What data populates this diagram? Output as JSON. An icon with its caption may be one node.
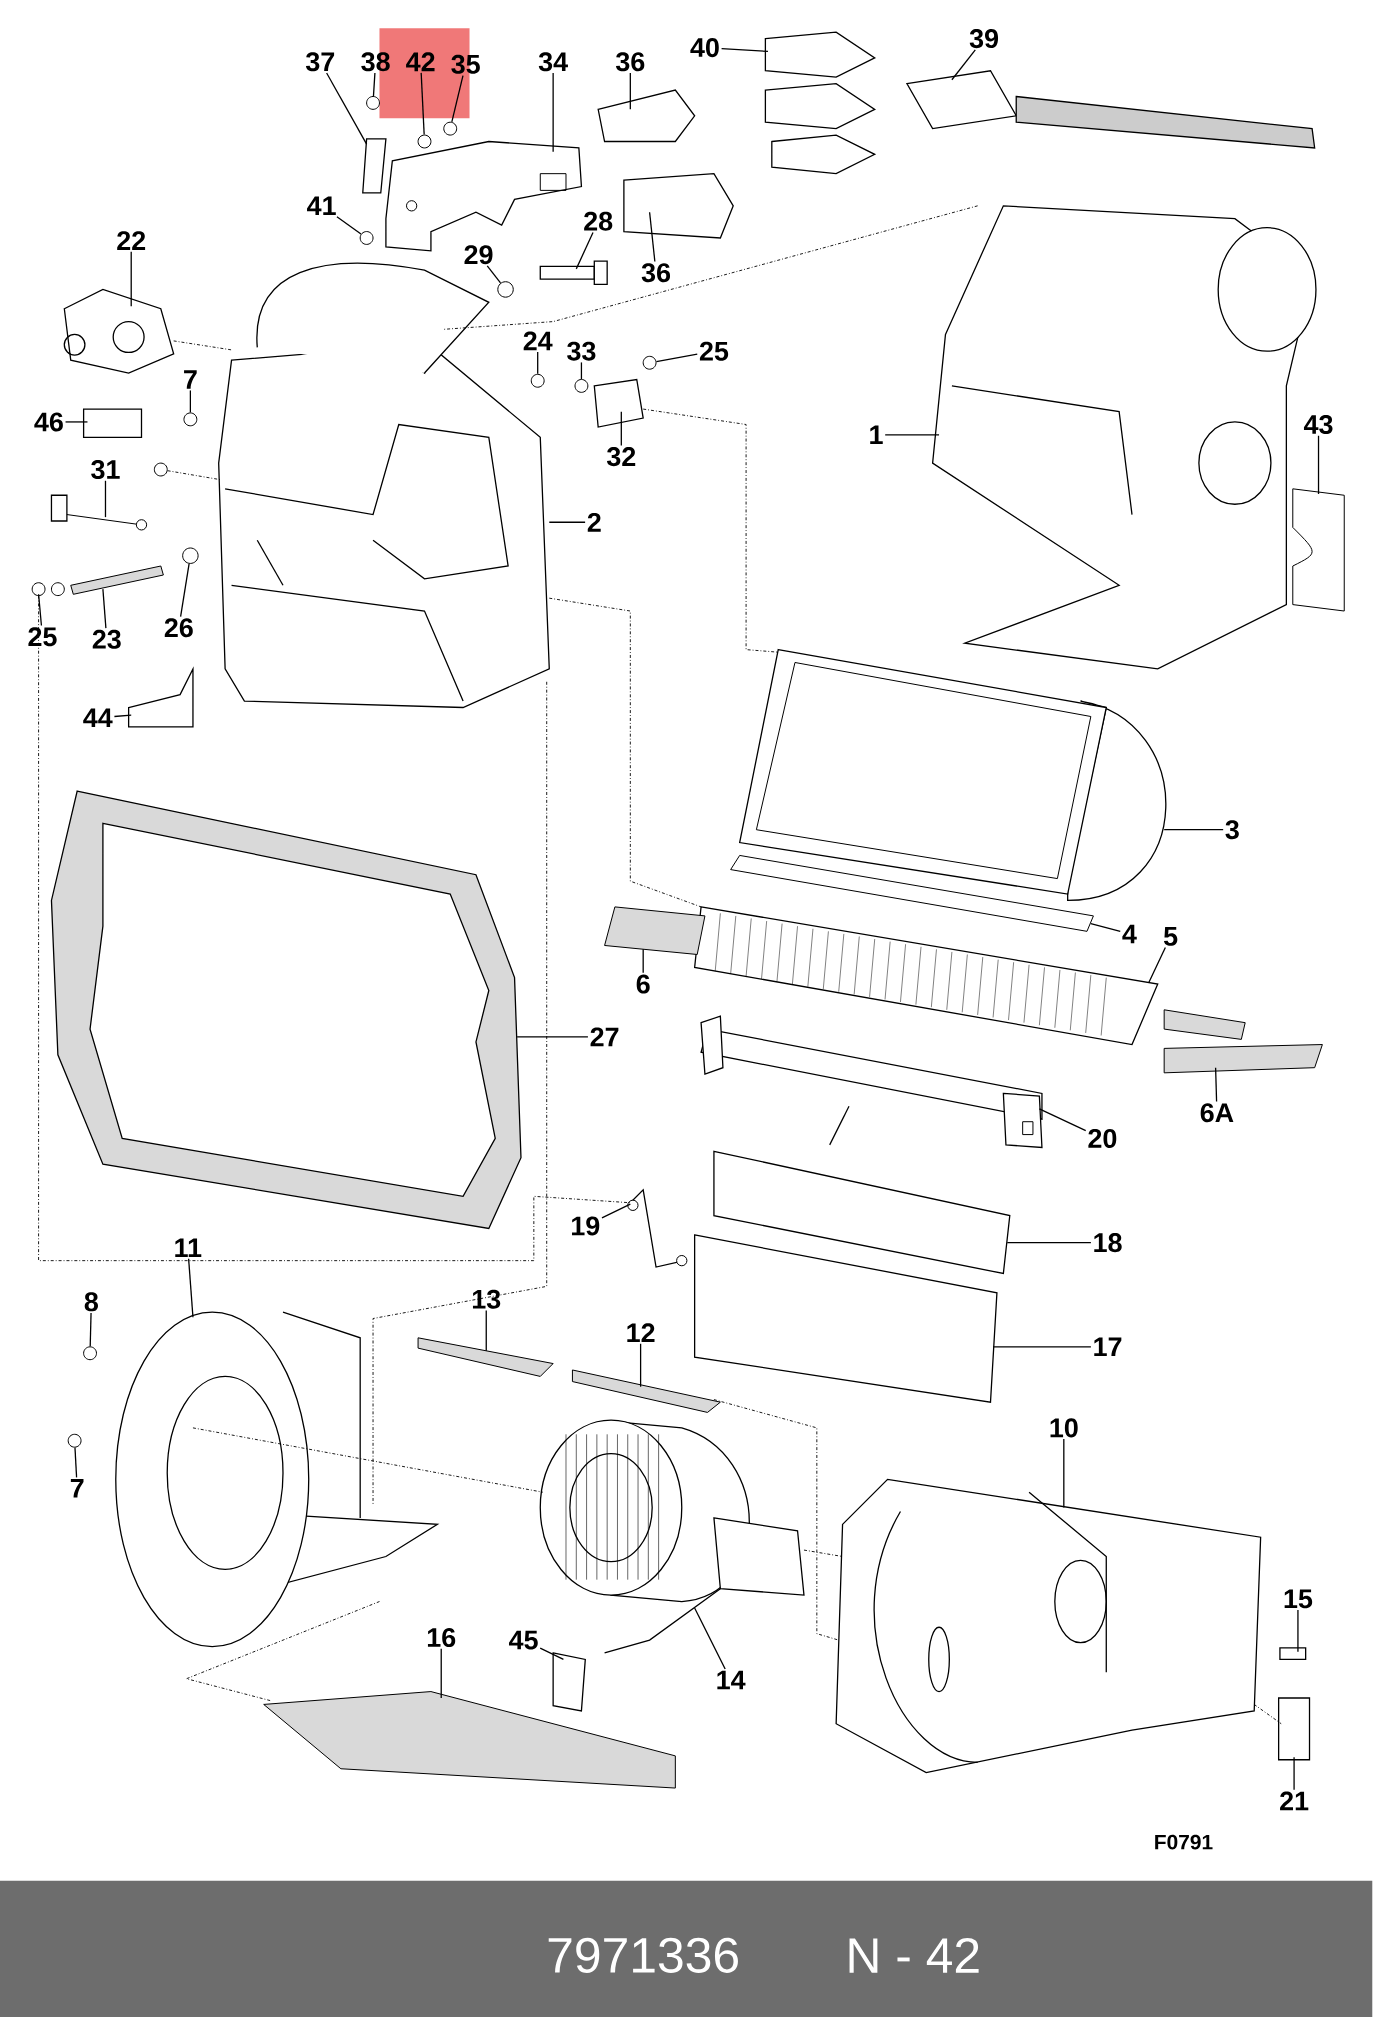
{
  "diagram": {
    "nodes": [
      {
        "text": [
          "37"
        ]
      },
      {
        "text": [
          "38"
        ]
      },
      {
        "text": [
          "42"
        ]
      },
      {
        "text": [
          "35"
        ]
      },
      {
        "text": [
          "34"
        ]
      },
      {
        "text": [
          "36"
        ]
      },
      {
        "text": [
          "40"
        ]
      },
      {
        "text": [
          "39"
        ]
      },
      {
        "text": [
          "41"
        ]
      },
      {
        "text": [
          "28"
        ]
      },
      {
        "text": [
          "29"
        ]
      },
      {
        "text": [
          "36"
        ]
      },
      {
        "text": [
          "22"
        ]
      },
      {
        "text": [
          "24"
        ]
      },
      {
        "text": [
          "33"
        ]
      },
      {
        "text": [
          "25"
        ]
      },
      {
        "text": [
          "7"
        ]
      },
      {
        "text": [
          "46"
        ]
      },
      {
        "text": [
          "32"
        ]
      },
      {
        "text": [
          "1"
        ]
      },
      {
        "text": [
          "43"
        ]
      },
      {
        "text": [
          "31"
        ]
      },
      {
        "text": [
          "2"
        ]
      },
      {
        "text": [
          "25"
        ]
      },
      {
        "text": [
          "23"
        ]
      },
      {
        "text": [
          "26"
        ]
      },
      {
        "text": [
          "44"
        ]
      },
      {
        "text": [
          "3"
        ]
      },
      {
        "text": [
          "4"
        ]
      },
      {
        "text": [
          "5"
        ]
      },
      {
        "text": [
          "6"
        ]
      },
      {
        "text": [
          "27"
        ]
      },
      {
        "text": [
          "6A"
        ]
      },
      {
        "text": [
          "20"
        ]
      },
      {
        "text": [
          "19"
        ]
      },
      {
        "text": [
          "18"
        ]
      },
      {
        "text": [
          "17"
        ]
      },
      {
        "text": [
          "11"
        ]
      },
      {
        "text": [
          "8"
        ]
      },
      {
        "text": [
          "13"
        ]
      },
      {
        "text": [
          "12"
        ]
      },
      {
        "text": [
          "7"
        ]
      },
      {
        "text": [
          "10"
        ]
      },
      {
        "text": [
          "15"
        ]
      },
      {
        "text": [
          "16"
        ]
      },
      {
        "text": [
          "45"
        ]
      },
      {
        "text": [
          "14"
        ]
      },
      {
        "text": [
          "21"
        ]
      },
      {
        "text": [],
        "shape": "circle"
      },
      {
        "text": [],
        "shape": "circle"
      },
      {
        "text": [],
        "shape": "circle"
      },
      {
        "text": [],
        "shape": "box"
      },
      {
        "text": [],
        "shape": "picture"
      },
      {
        "text": [],
        "shape": "box"
      },
      {
        "text": [],
        "shape": "picture"
      },
      {
        "text": [],
        "shape": "picture"
      },
      {
        "text": [],
        "shape": "circle"
      },
      {
        "text": [],
        "shape": "picture"
      },
      {
        "text": [],
        "shape": "circle"
      },
      {
        "text": [],
        "shape": "box"
      },
      {
        "text": [],
        "shape": "picture"
      },
      {
        "text": [],
        "shape": "circle"
      },
      {
        "text": [],
        "shape": "circle"
      },
      {
        "text": [],
        "shape": "circle"
      },
      {
        "text": [],
        "shape": "circle"
      },
      {
        "text": [],
        "shape": "box"
      },
      {
        "text": [],
        "shape": "box"
      },
      {
        "text": [],
        "shape": "picture"
      },
      {
        "text": [],
        "shape": "box"
      },
      {
        "text": [],
        "shape": "picture"
      },
      {
        "text": [],
        "shape": "picture"
      },
      {
        "text": [],
        "shape": "picture"
      },
      {
        "text": [],
        "shape": "box"
      },
      {
        "text": [],
        "shape": "circle"
      },
      {
        "text": [],
        "shape": "box"
      },
      {
        "text": [],
        "shape": "picture"
      },
      {
        "text": [],
        "shape": "box"
      },
      {
        "text": [],
        "shape": "picture"
      },
      {
        "text": [],
        "shape": "box"
      },
      {
        "text": [],
        "shape": "picture"
      },
      {
        "text": [],
        "shape": "picture"
      },
      {
        "text": [],
        "shape": "box"
      },
      {
        "text": [],
        "shape": "picture"
      },
      {
        "text": [],
        "shape": "box"
      },
      {
        "text": [],
        "shape": "box"
      },
      {
        "text": [],
        "shape": "picture"
      },
      {
        "text": [],
        "shape": "circle"
      },
      {
        "text": [],
        "shape": "box"
      },
      {
        "text": [],
        "shape": "box"
      },
      {
        "text": [],
        "shape": "circle"
      },
      {
        "text": [],
        "shape": "picture"
      },
      {
        "text": [],
        "shape": "box"
      },
      {
        "text": [],
        "shape": "box"
      },
      {
        "text": [],
        "shape": "box"
      },
      {
        "text": [],
        "shape": "picture"
      },
      {
        "text": [],
        "shape": "box"
      },
      {
        "text": [],
        "shape": "circle"
      }
    ],
    "edges": [
      {
        "from": 0,
        "to": 51,
        "arrow": "none"
      },
      {
        "from": 1,
        "to": 48,
        "arrow": "none"
      },
      {
        "from": 2,
        "to": 49,
        "arrow": "none"
      },
      {
        "from": 3,
        "to": 50,
        "arrow": "none"
      },
      {
        "from": 4,
        "to": 52,
        "arrow": "none"
      },
      {
        "from": 5,
        "to": 53,
        "arrow": "none"
      },
      {
        "from": 6,
        "to": 54,
        "arrow": "none"
      },
      {
        "from": 7,
        "to": 55,
        "arrow": "none"
      },
      {
        "from": 8,
        "to": 56,
        "arrow": "none"
      },
      {
        "from": 9,
        "to": 57,
        "arrow": "none"
      },
      {
        "from": 10,
        "to": 58,
        "arrow": "none"
      },
      {
        "from": 11,
        "to": 59,
        "arrow": "none"
      },
      {
        "from": 12,
        "to": 60,
        "arrow": "none"
      },
      {
        "from": 13,
        "to": 61,
        "arrow": "none"
      },
      {
        "from": 14,
        "to": 62,
        "arrow": "none"
      },
      {
        "from": 15,
        "to": 63,
        "arrow": "none"
      },
      {
        "from": 16,
        "to": 64,
        "arrow": "none"
      },
      {
        "from": 17,
        "to": 65,
        "arrow": "none"
      },
      {
        "from": 18,
        "to": 66,
        "arrow": "none"
      },
      {
        "from": 19,
        "to": 67,
        "arrow": "none"
      },
      {
        "from": 20,
        "to": 68,
        "arrow": "none"
      },
      {
        "from": 21,
        "to": 69,
        "arrow": "none"
      },
      {
        "from": 22,
        "to": 70,
        "arrow": "none"
      },
      {
        "from": 23,
        "to": 71,
        "arrow": "none"
      },
      {
        "from": 24,
        "to": 72,
        "arrow": "none"
      },
      {
        "from": 25,
        "to": 73,
        "arrow": "none"
      },
      {
        "from": 26,
        "to": 74,
        "arrow": "none"
      },
      {
        "from": 27,
        "to": 75,
        "arrow": "none"
      },
      {
        "from": 28,
        "to": 76,
        "arrow": "none"
      },
      {
        "from": 29,
        "to": 77,
        "arrow": "none"
      },
      {
        "from": 30,
        "to": 78,
        "arrow": "none"
      },
      {
        "from": 31,
        "to": 79,
        "arrow": "none"
      },
      {
        "from": 32,
        "to": 80,
        "arrow": "none"
      },
      {
        "from": 33,
        "to": 81,
        "arrow": "none"
      },
      {
        "from": 34,
        "to": 82,
        "arrow": "none"
      },
      {
        "from": 35,
        "to": 83,
        "arrow": "none"
      },
      {
        "from": 36,
        "to": 84,
        "arrow": "none"
      },
      {
        "from": 37,
        "to": 85,
        "arrow": "none"
      },
      {
        "from": 38,
        "to": 86,
        "arrow": "none"
      },
      {
        "from": 39,
        "to": 87,
        "arrow": "none"
      },
      {
        "from": 40,
        "to": 88,
        "arrow": "none"
      },
      {
        "from": 41,
        "to": 89,
        "arrow": "none"
      },
      {
        "from": 42,
        "to": 90,
        "arrow": "none"
      },
      {
        "from": 43,
        "to": 91,
        "arrow": "none"
      },
      {
        "from": 44,
        "to": 92,
        "arrow": "none"
      },
      {
        "from": 45,
        "to": 93,
        "arrow": "none"
      },
      {
        "from": 46,
        "to": 94,
        "arrow": "none"
      },
      {
        "from": 47,
        "to": 95,
        "arrow": "none"
      },
      {
        "from": 71,
        "to": 82,
        "arrow": "none",
        "style": "dashed"
      },
      {
        "from": 70,
        "to": 85,
        "arrow": "none",
        "style": "dashed"
      },
      {
        "from": 66,
        "to": 75,
        "arrow": "none",
        "style": "dashed"
      },
      {
        "from": 70,
        "to": 77,
        "arrow": "none",
        "style": "dashed"
      },
      {
        "from": 60,
        "to": 70,
        "arrow": "none",
        "style": "dashed"
      },
      {
        "from": 85,
        "to": 94,
        "arrow": "none",
        "style": "dashed"
      },
      {
        "from": 94,
        "to": 90,
        "arrow": "none",
        "style": "dashed"
      },
      {
        "from": 92,
        "to": 85,
        "arrow": "none",
        "style": "dashed"
      },
      {
        "from": 88,
        "to": 90,
        "arrow": "none",
        "style": "dashed"
      },
      {
        "from": 67,
        "to": 70,
        "arrow": "none",
        "style": "dashed"
      },
      {
        "from": 90,
        "to": 95,
        "arrow": "none",
        "style": "dashed"
      },
      {
        "from": 96,
        "to": 70,
        "arrow": "none",
        "style": "dashed"
      }
    ],
    "labels": [
      "F0791",
      "7971336",
      "N - 42"
    ]
  }
}
